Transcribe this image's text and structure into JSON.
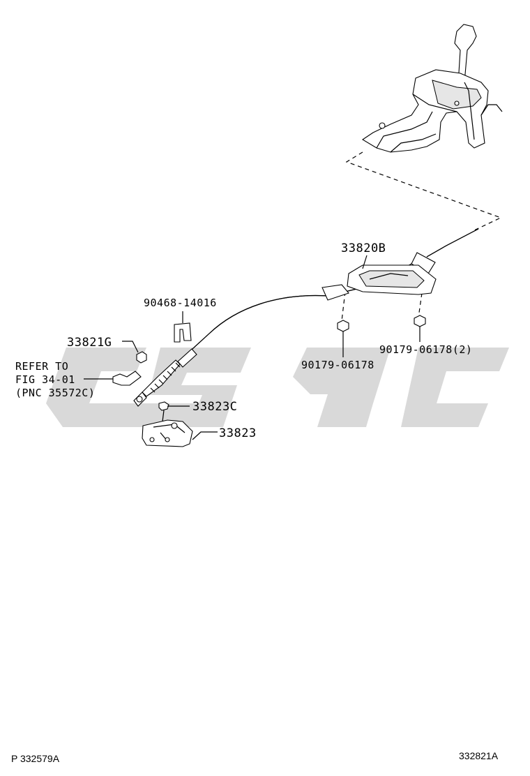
{
  "callouts": {
    "bezel": "33820B",
    "clip": "90468-14016",
    "nut_top": "33821G",
    "refer_line1": "REFER TO",
    "refer_line2": "FIG 34-01",
    "refer_line3": "(PNC 35572C)",
    "bolt": "33823C",
    "bracket": "33823",
    "nut_center": "90179-06178",
    "nut_right": "90179-06178(2)"
  },
  "footer": {
    "left_code": "P 332579A",
    "right_code": "332821A"
  },
  "watermark_color": "#d9d9d9"
}
